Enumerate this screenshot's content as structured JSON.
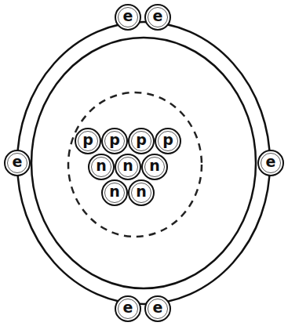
{
  "diagram": {
    "nodes": [
      {
        "text": [
          "e"
        ]
      },
      {
        "text": [
          "e"
        ]
      },
      {
        "text": [
          "p"
        ]
      },
      {
        "text": [
          "p"
        ]
      },
      {
        "text": [
          "p"
        ]
      },
      {
        "text": [
          "p"
        ]
      },
      {
        "text": [
          "e"
        ]
      },
      {
        "text": [
          "n"
        ]
      },
      {
        "text": [
          "n"
        ]
      },
      {
        "text": [
          "n"
        ]
      },
      {
        "text": [
          "e"
        ]
      },
      {
        "text": [
          "n"
        ]
      },
      {
        "text": [
          "n"
        ]
      },
      {
        "text": [
          "e"
        ]
      },
      {
        "text": [
          "e"
        ]
      }
    ]
  }
}
